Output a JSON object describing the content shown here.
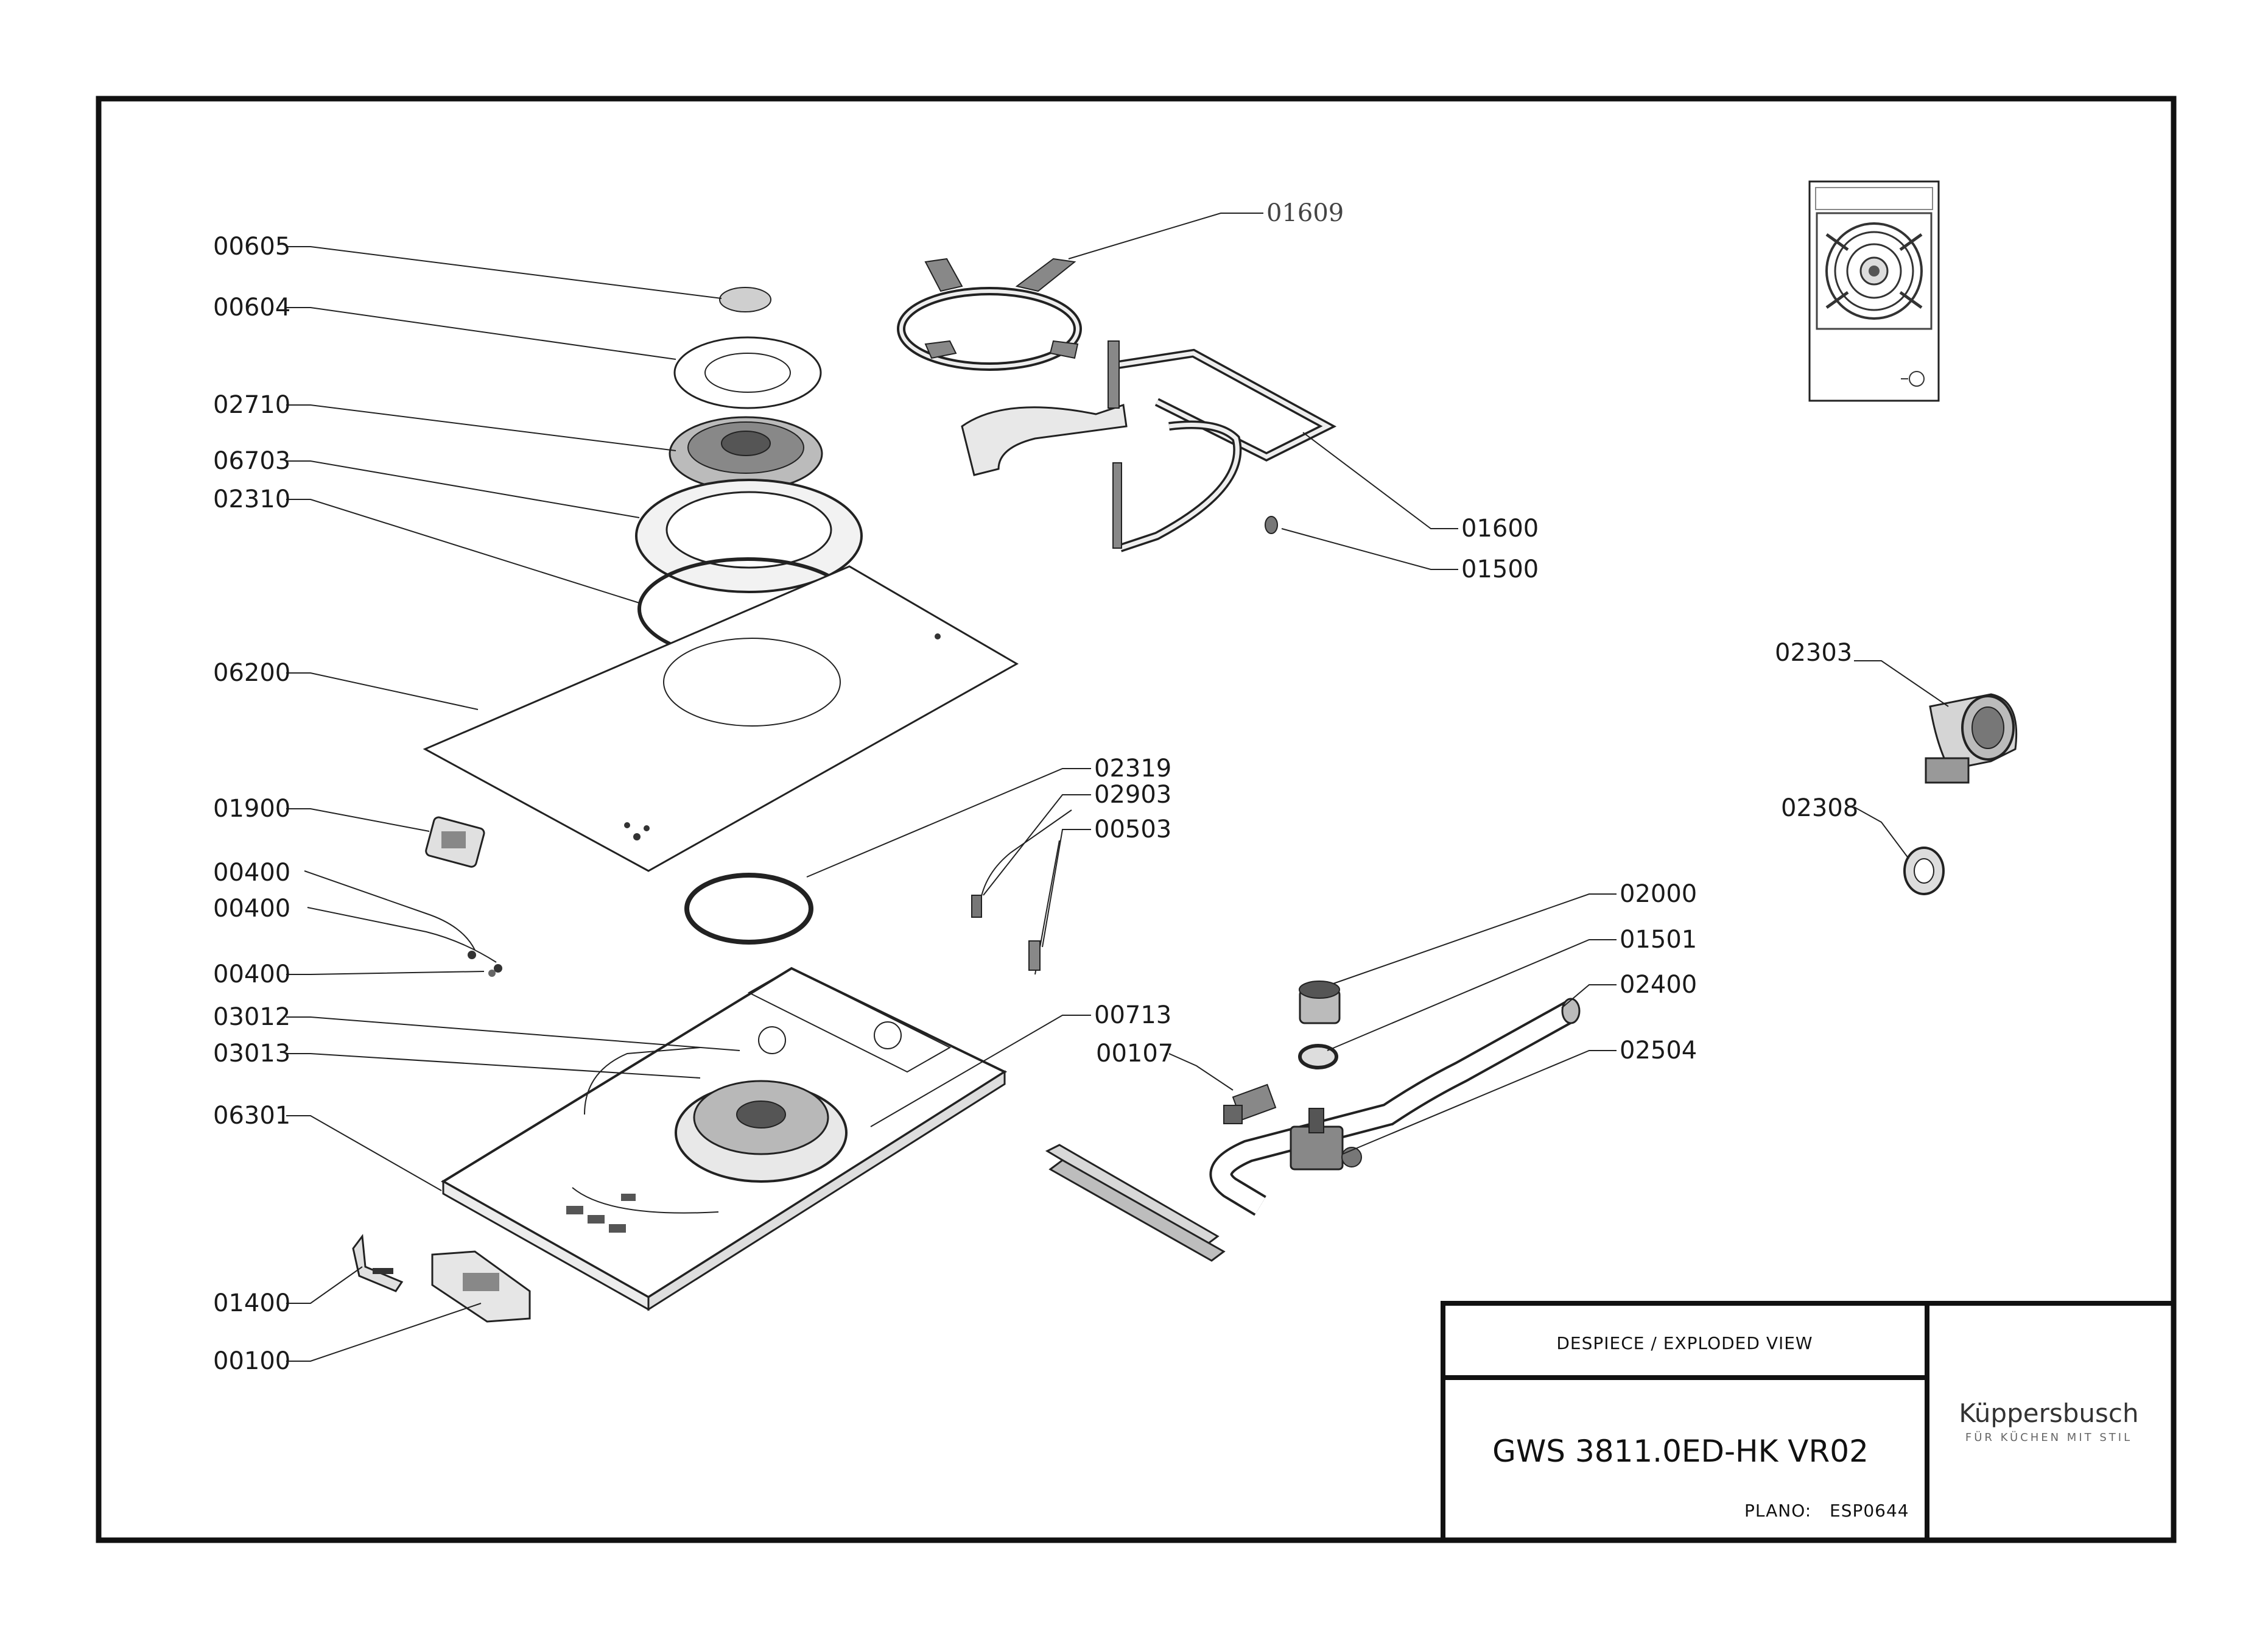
{
  "labels": {
    "p00605": "00605",
    "p00604": "00604",
    "p02710": "02710",
    "p06703": "06703",
    "p02310": "02310",
    "p06200": "06200",
    "p01900": "01900",
    "p00400a": "00400",
    "p00400b": "00400",
    "p00400c": "00400",
    "p03012": "03012",
    "p03013": "03013",
    "p06301": "06301",
    "p01400": "01400",
    "p00100": "00100",
    "p01609": "01609",
    "p01600": "01600",
    "p01500": "01500",
    "p02319": "02319",
    "p02903": "02903",
    "p00503": "00503",
    "p00713": "00713",
    "p00107": "00107",
    "p02000": "02000",
    "p01501": "01501",
    "p02400": "02400",
    "p02504": "02504",
    "p02303": "02303",
    "p02308": "02308"
  },
  "title_block": {
    "heading": "DESPIECE / EXPLODED VIEW",
    "model": "GWS 3811.0ED-HK VR02",
    "plano_label": "PLANO:",
    "plano_value": "ESP0644",
    "brand": "Küppersbusch",
    "brand_tagline": "FÜR KÜCHEN MIT STIL"
  }
}
